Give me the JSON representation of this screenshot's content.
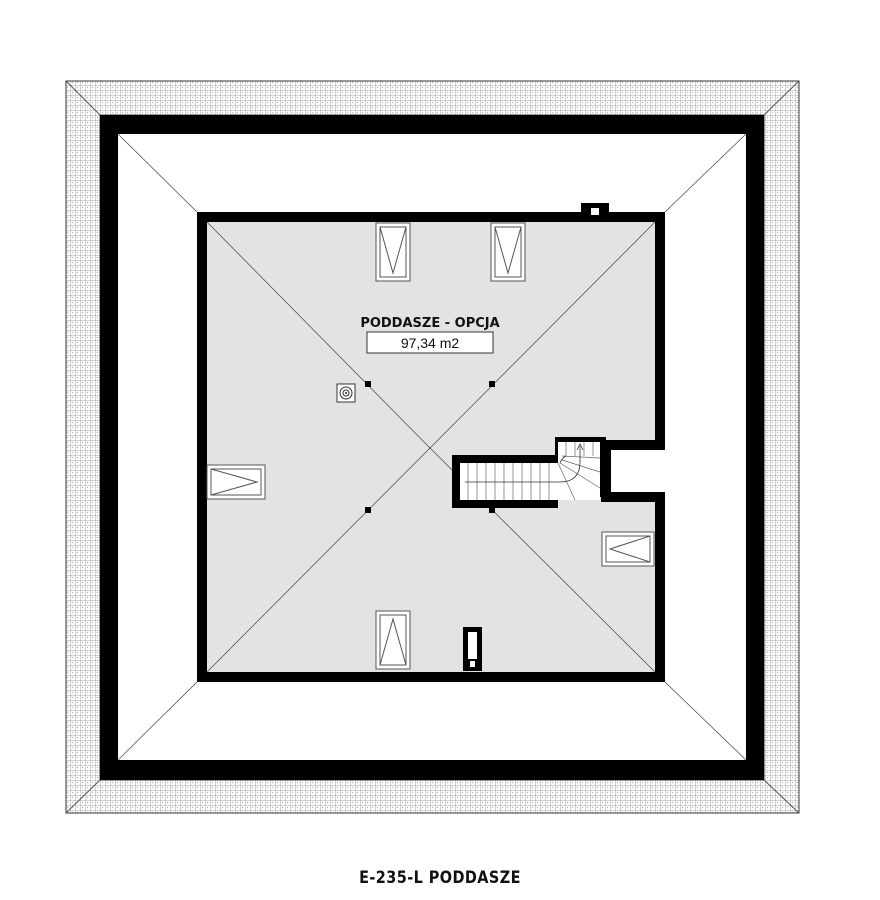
{
  "room": {
    "name": "PODDASZE - OPCJA",
    "area": "97,34 m2"
  },
  "caption": "E-235-L PODDASZE",
  "colors": {
    "wall": "#000000",
    "floor": "#e3e3e3",
    "roof_tile": "#9a9a9a",
    "background": "#ffffff"
  },
  "icons": [
    "roof-window-icon",
    "stair-icon",
    "chimney-icon",
    "vent-icon"
  ]
}
